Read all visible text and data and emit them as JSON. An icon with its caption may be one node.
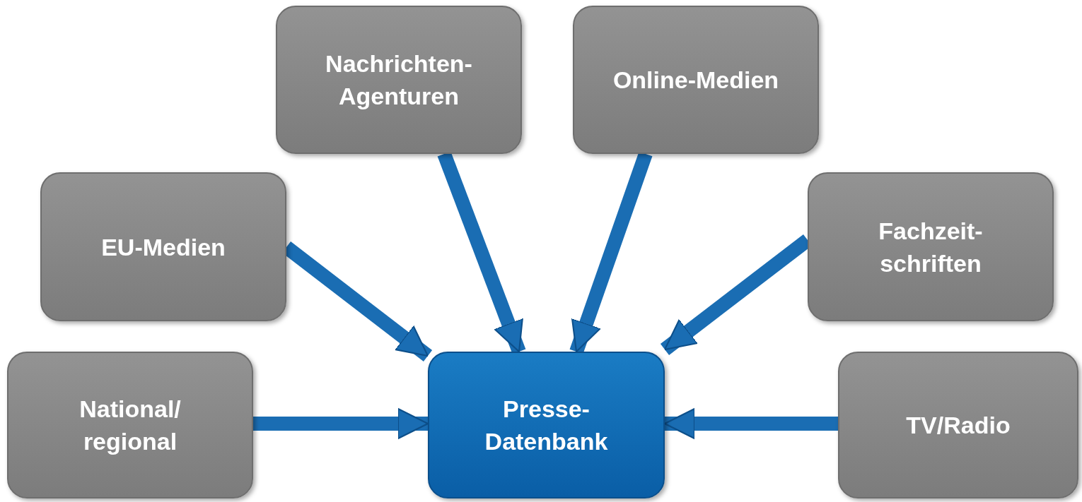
{
  "diagram": {
    "nodes": [
      {
        "text": [
          "Nachrichten- Agenturen"
        ]
      },
      {
        "text": [
          "Online-Medien"
        ]
      },
      {
        "text": [
          "EU-Medien"
        ]
      },
      {
        "text": [
          "Fachzeit- schriften"
        ]
      },
      {
        "text": [
          "National/ regional"
        ]
      },
      {
        "text": [
          "Presse- Datenbank"
        ]
      },
      {
        "text": [
          "TV/Radio"
        ]
      }
    ],
    "edges": [
      {
        "from": 0,
        "to": 5,
        "arrow": "to"
      },
      {
        "from": 1,
        "to": 5,
        "arrow": "to"
      },
      {
        "from": 2,
        "to": 5,
        "arrow": "to"
      },
      {
        "from": 3,
        "to": 5,
        "arrow": "to"
      },
      {
        "from": 4,
        "to": 5,
        "arrow": "to"
      },
      {
        "from": 6,
        "to": 5,
        "arrow": "to"
      }
    ]
  }
}
